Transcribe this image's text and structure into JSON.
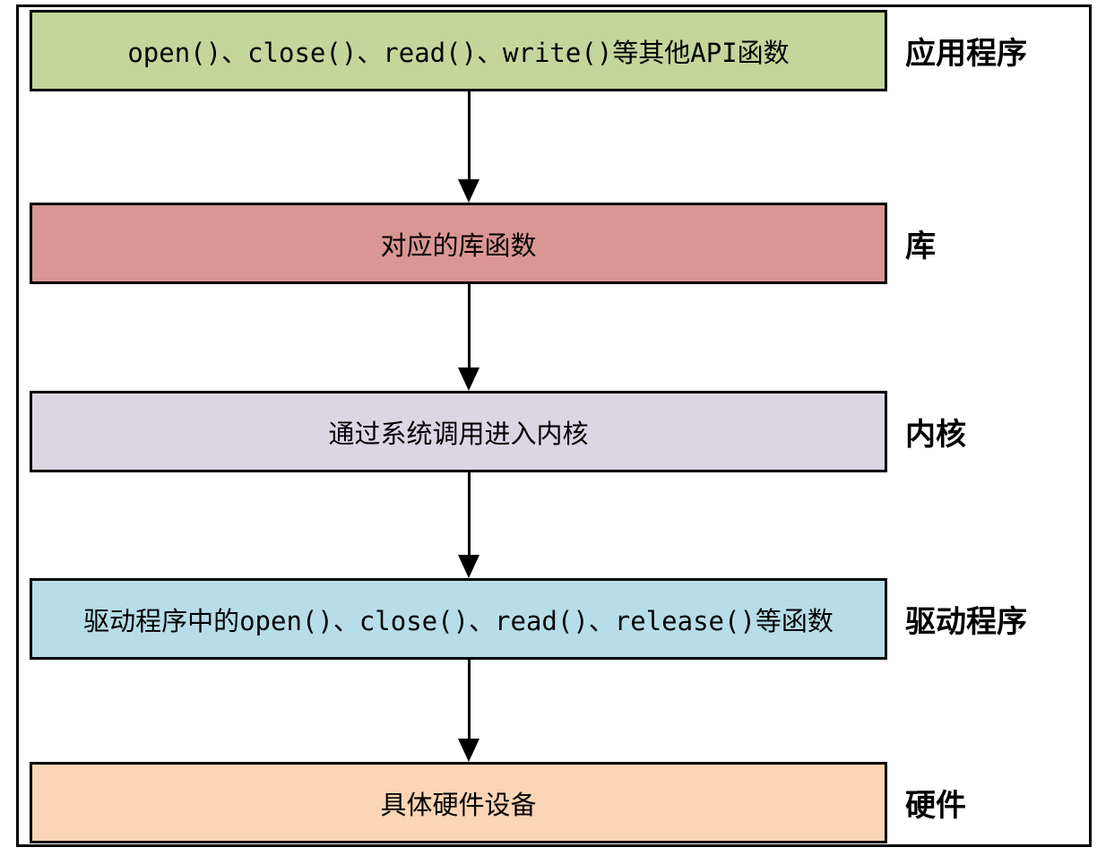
{
  "diagram": {
    "title": "linux-driver-call-flow",
    "layers": [
      {
        "box_text": "open()、close()、read()、write()等其他API函数",
        "label": "应用程序",
        "color": "#c3d69b"
      },
      {
        "box_text": "对应的库函数",
        "label": "库",
        "color": "#d99694"
      },
      {
        "box_text": "通过系统调用进入内核",
        "label": "内核",
        "color": "#dcd6e4"
      },
      {
        "box_text": "驱动程序中的open()、close()、read()、release()等函数",
        "label": "驱动程序",
        "color": "#b7dde8"
      },
      {
        "box_text": "具体硬件设备",
        "label": "硬件",
        "color": "#fbd5b5"
      }
    ],
    "colors": {
      "border": "#000000",
      "background": "#ffffff",
      "arrow": "#000000"
    }
  }
}
